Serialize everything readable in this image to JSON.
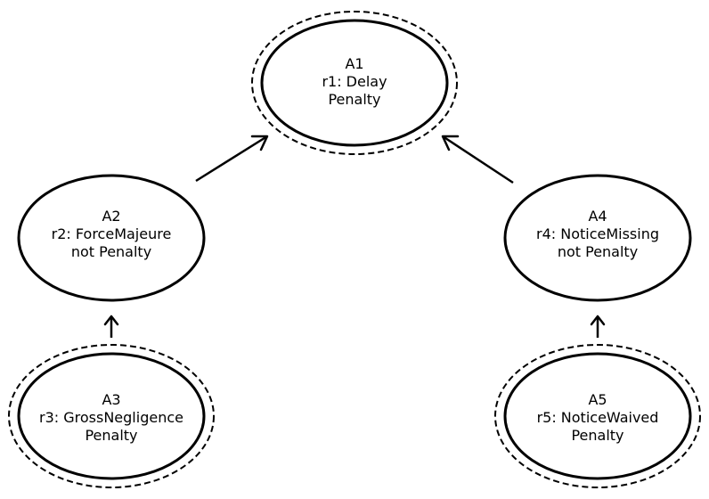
{
  "nodes": {
    "a1": {
      "name": "A1",
      "rule": "r1: Delay",
      "conclusion": "Penalty",
      "accepted": true
    },
    "a2": {
      "name": "A2",
      "rule": "r2: ForceMajeure",
      "conclusion": "not Penalty",
      "accepted": false
    },
    "a3": {
      "name": "A3",
      "rule": "r3: GrossNegligence",
      "conclusion": "Penalty",
      "accepted": true
    },
    "a4": {
      "name": "A4",
      "rule": "r4: NoticeMissing",
      "conclusion": "not Penalty",
      "accepted": false
    },
    "a5": {
      "name": "A5",
      "rule": "r5: NoticeWaived",
      "conclusion": "Penalty",
      "accepted": true
    }
  },
  "edges": [
    {
      "from": "A2",
      "to": "A1"
    },
    {
      "from": "A4",
      "to": "A1"
    },
    {
      "from": "A3",
      "to": "A2"
    },
    {
      "from": "A5",
      "to": "A4"
    }
  ]
}
